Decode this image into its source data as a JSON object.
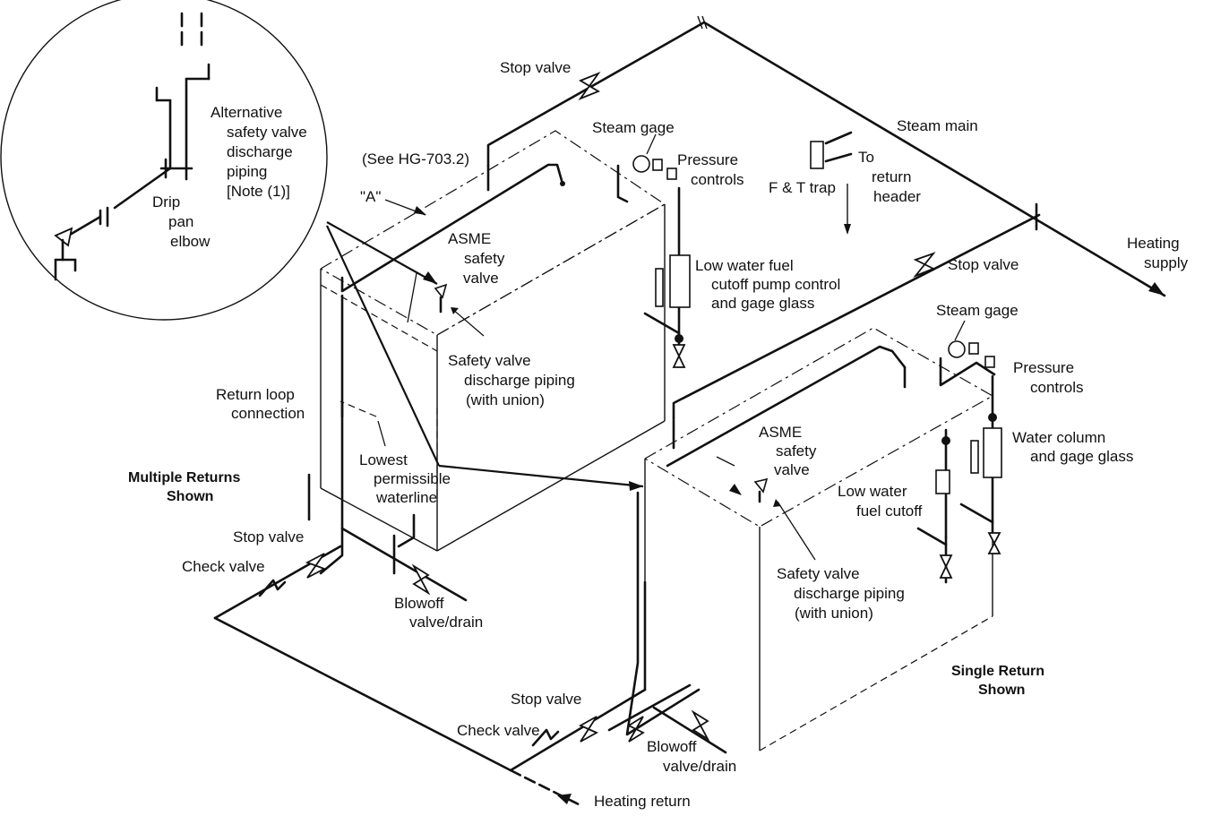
{
  "labels": {
    "alt_discharge_l1": "Alternative",
    "alt_discharge_l2": "safety valve",
    "alt_discharge_l3": "discharge",
    "alt_discharge_l4": "piping",
    "alt_discharge_l5": "[Note (1)]",
    "drip_l1": "Drip",
    "drip_l2": "pan",
    "drip_l3": "elbow",
    "see_ref": "(See HG-703.2)",
    "detail_a": "\"A\"",
    "stop_valve_top": "Stop valve",
    "steam_gage_left": "Steam gage",
    "pressure_controls_left_l1": "Pressure",
    "pressure_controls_left_l2": "controls",
    "steam_main": "Steam main",
    "to_return_l1": "To",
    "to_return_l2": "return",
    "to_return_l3": "header",
    "ft_trap": "F & T trap",
    "asme_left_l1": "ASME",
    "asme_left_l2": "safety",
    "asme_left_l3": "valve",
    "lwfc_pump_l1": "Low water fuel",
    "lwfc_pump_l2": "cutoff pump control",
    "lwfc_pump_l3": "and gage glass",
    "stop_valve_mid": "Stop valve",
    "heating_supply_l1": "Heating",
    "heating_supply_l2": "supply",
    "steam_gage_right": "Steam gage",
    "pressure_controls_right_l1": "Pressure",
    "pressure_controls_right_l2": "controls",
    "sv_piping_left_l1": "Safety valve",
    "sv_piping_left_l2": "discharge piping",
    "sv_piping_left_l3": "(with union)",
    "return_loop_l1": "Return loop",
    "return_loop_l2": "connection",
    "lowest_wl_l1": "Lowest",
    "lowest_wl_l2": "permissible",
    "lowest_wl_l3": "waterline",
    "multiple_returns_l1": "Multiple Returns",
    "multiple_returns_l2": "Shown",
    "asme_right_l1": "ASME",
    "asme_right_l2": "safety",
    "asme_right_l3": "valve",
    "water_column_l1": "Water column",
    "water_column_l2": "and gage glass",
    "low_water_fc_l1": "Low water",
    "low_water_fc_l2": "fuel cutoff",
    "stop_valve_left": "Stop valve",
    "check_valve_left": "Check valve",
    "blowoff_left_l1": "Blowoff",
    "blowoff_left_l2": "valve/drain",
    "sv_piping_right_l1": "Safety valve",
    "sv_piping_right_l2": "discharge piping",
    "sv_piping_right_l3": "(with union)",
    "single_return_l1": "Single Return",
    "single_return_l2": "Shown",
    "stop_valve_bottom": "Stop valve",
    "check_valve_bottom": "Check valve",
    "blowoff_bottom_l1": "Blowoff",
    "blowoff_bottom_l2": "valve/drain",
    "heating_return": "Heating return"
  }
}
